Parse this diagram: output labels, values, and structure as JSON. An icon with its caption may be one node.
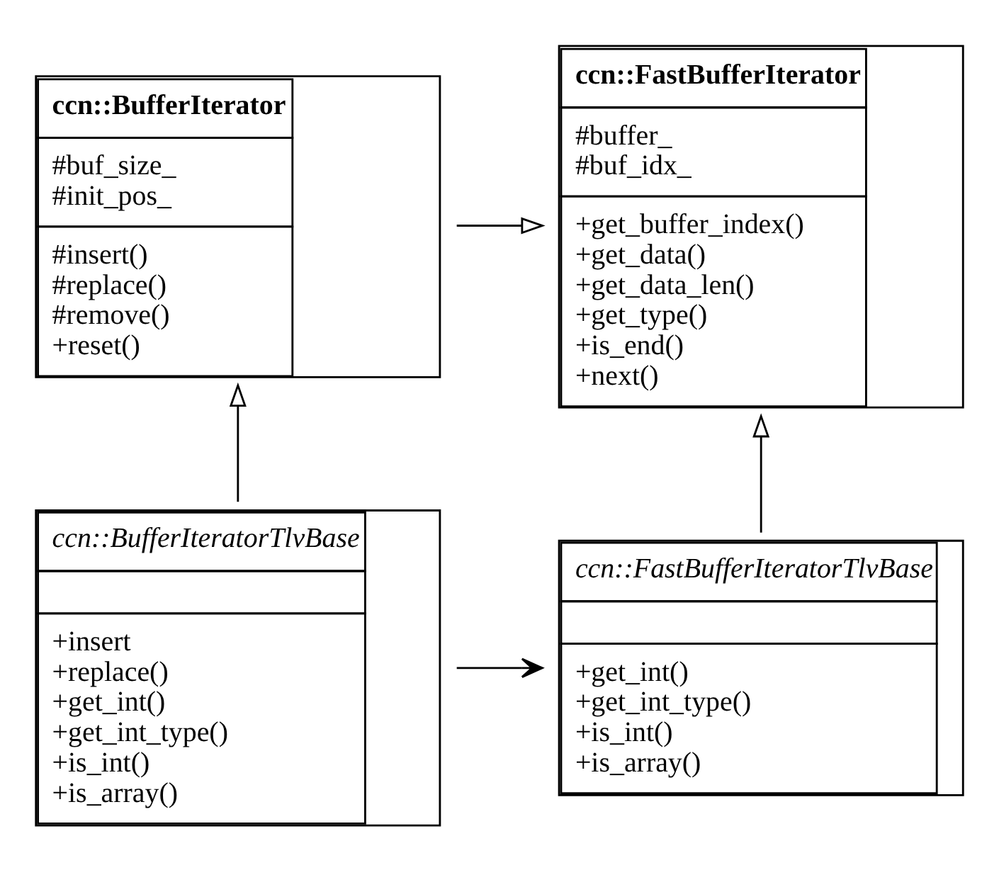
{
  "diagram": {
    "nodes": [
      {
        "text": [
          "ccn::FastBufferIterator",
          "#buffer_ #buf_idx_",
          "+get_buffer_index() +get_data() +get_data_len() +get_type() +is_end() +next()"
        ]
      },
      {
        "text": [
          "ccn::BufferIterator",
          "#buf_size_ #init_pos_",
          "#insert() #replace() #remove() +reset()"
        ]
      },
      {
        "text": [
          "ccn::FastBufferIteratorTlvBase",
          "+get_int() +get_int_type() +is_int() +is_array()"
        ]
      },
      {
        "text": [
          "ccn::BufferIteratorTlvBase",
          "+insert +replace() +get_int() +get_int_type() +is_int() +is_array()"
        ]
      }
    ],
    "edges": [
      {
        "from": 1,
        "to": 0,
        "arrow": "to"
      },
      {
        "from": 2,
        "to": 0,
        "arrow": "to"
      },
      {
        "from": 3,
        "to": 1,
        "arrow": "to"
      },
      {
        "from": 3,
        "to": 2,
        "arrow": "to"
      }
    ]
  }
}
